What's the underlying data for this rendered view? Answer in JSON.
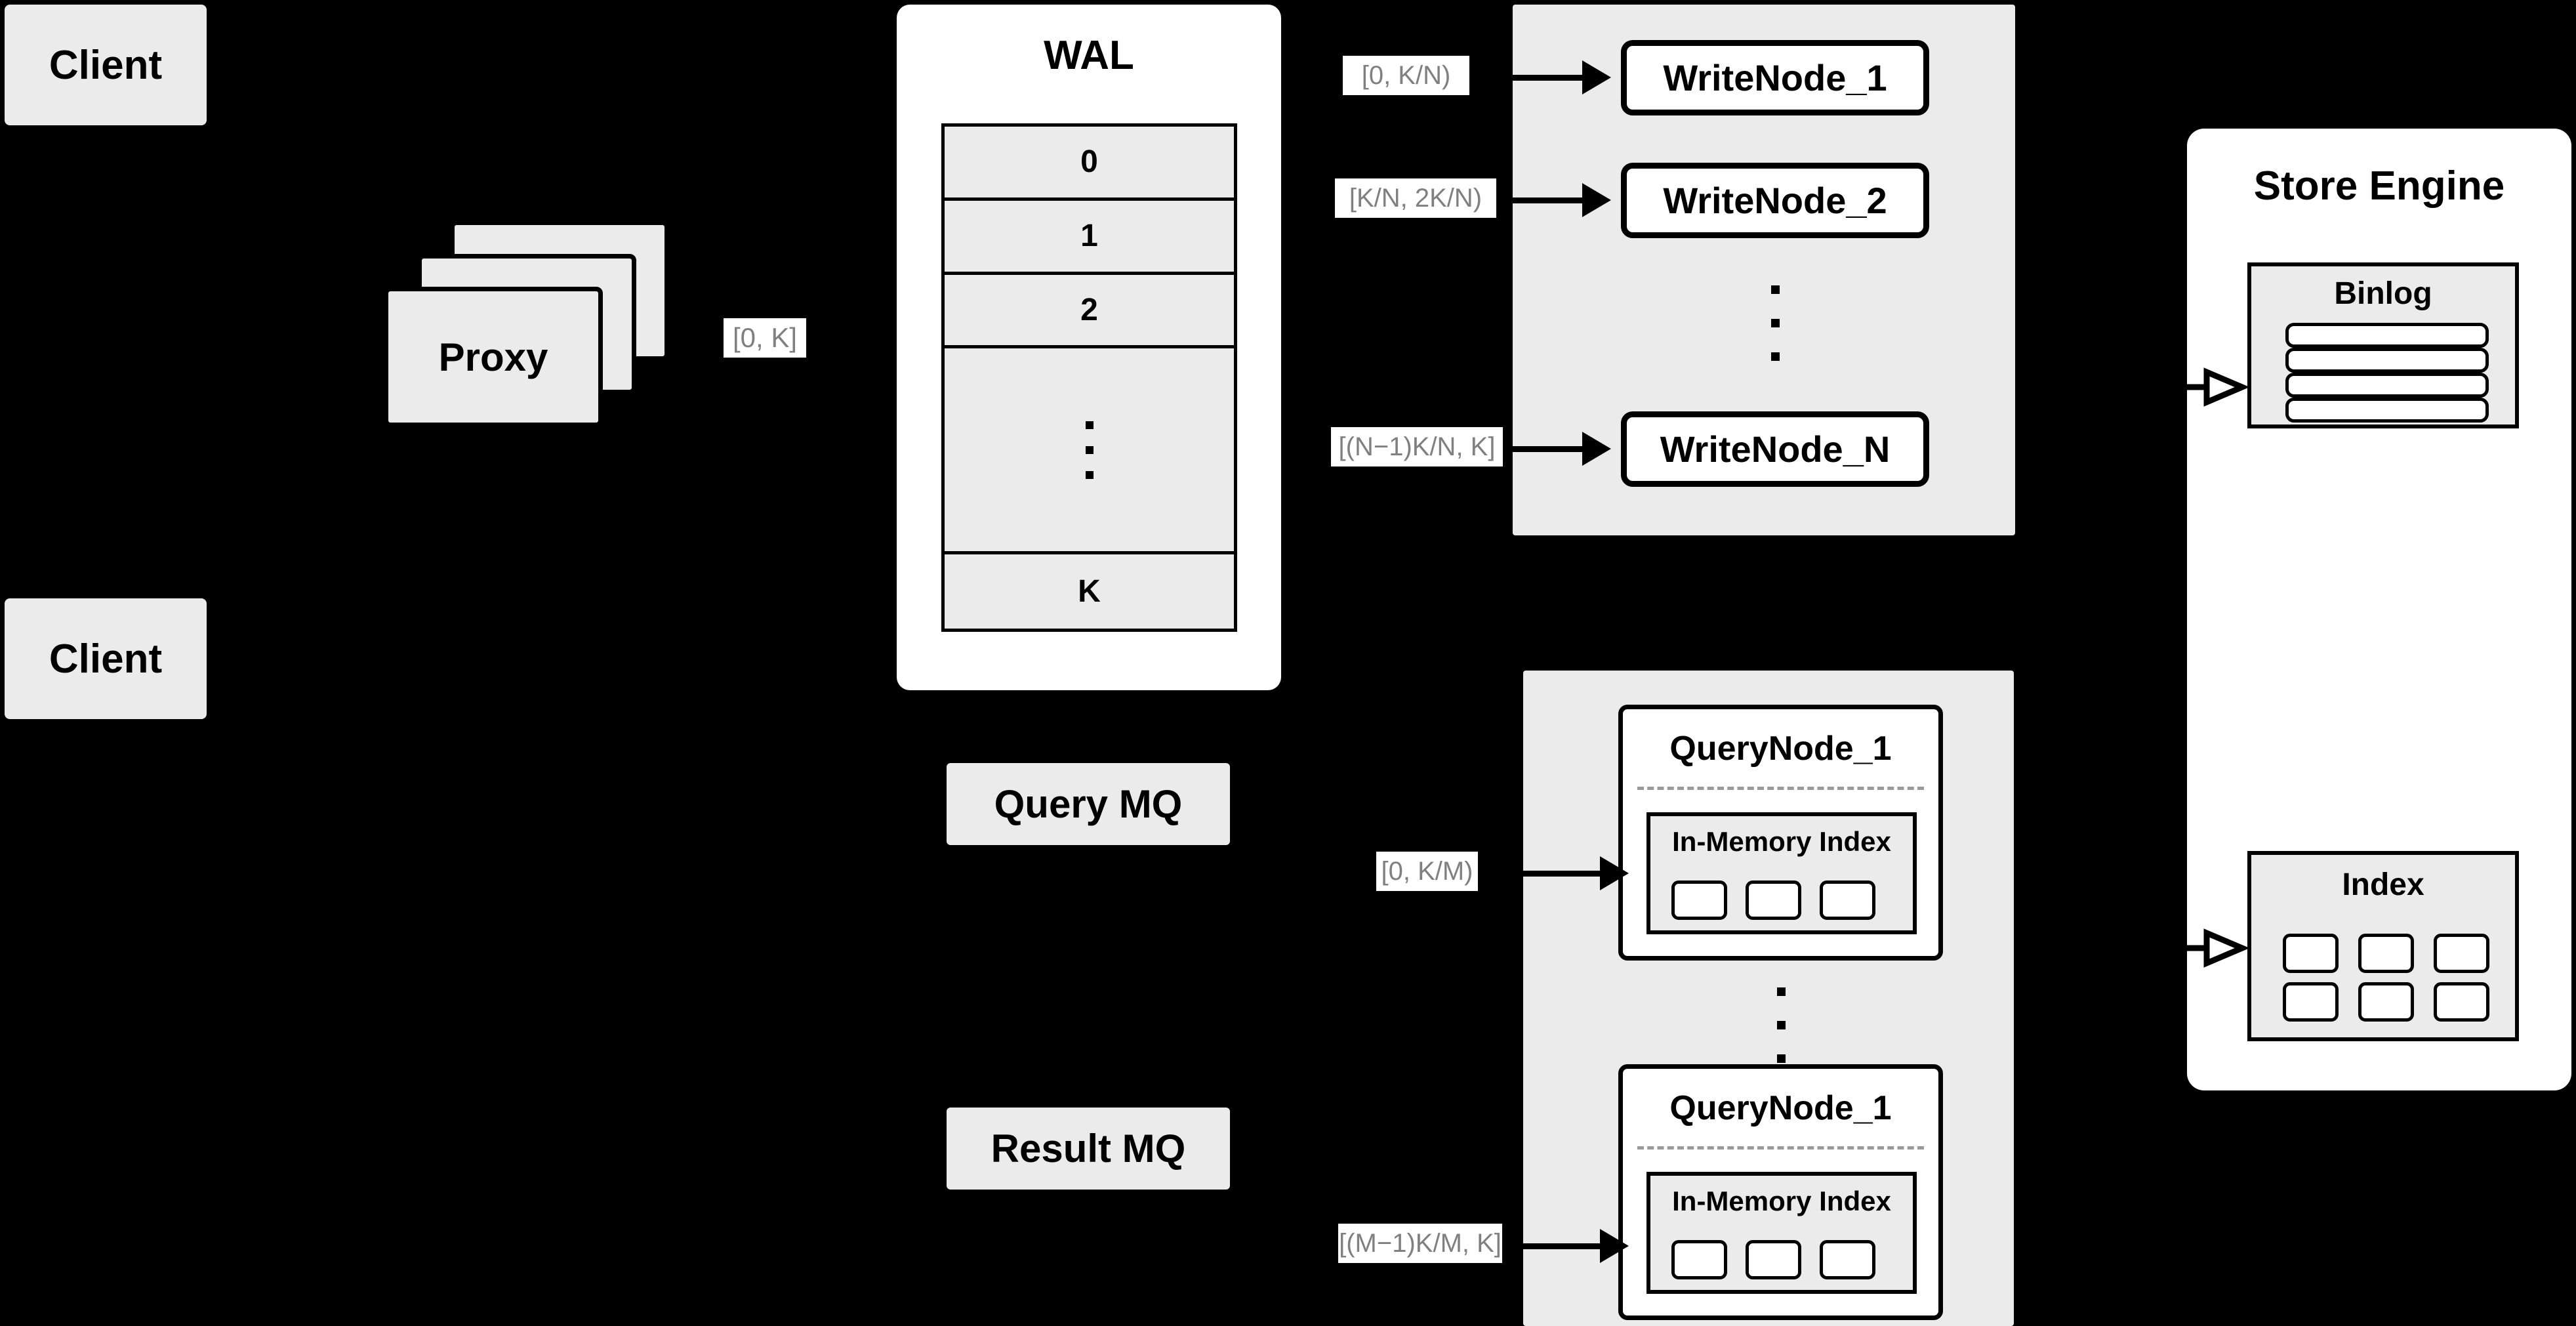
{
  "diagram": {
    "title": "Distributed vector database write/query architecture",
    "background_color": "#000000",
    "node_fill": "#ebebeb",
    "panel_fill": "#ffffff",
    "stroke_color": "#000000",
    "label_text_color": "#808080"
  },
  "clients": [
    {
      "label": "Client"
    },
    {
      "label": "Client"
    }
  ],
  "proxy": {
    "label": "Proxy",
    "stack_count": 3
  },
  "wal": {
    "title": "WAL",
    "entries": [
      "0",
      "1",
      "2",
      "⋮",
      "K"
    ],
    "ellipsis_index": 3
  },
  "queues": [
    {
      "label": "Query MQ"
    },
    {
      "label": "Result MQ"
    }
  ],
  "write_nodes": {
    "nodes": [
      {
        "label": "WriteNode_1"
      },
      {
        "label": "WriteNode_2"
      },
      {
        "label": "WriteNode_N"
      }
    ],
    "range_labels": [
      "[0,  K/N)",
      "[K/N, 2K/N)",
      "[(N−1)K/N,  K]"
    ]
  },
  "query_nodes": {
    "nodes": [
      {
        "label": "QueryNode_1",
        "in_memory_index": {
          "label": "In-Memory Index",
          "chip_count": 3
        }
      },
      {
        "label": "QueryNode_1",
        "in_memory_index": {
          "label": "In-Memory Index",
          "chip_count": 3
        }
      }
    ],
    "range_labels": [
      "[0, K/M)",
      "[(M−1)K/M, K]"
    ]
  },
  "store_engine": {
    "title": "Store Engine",
    "binlog": {
      "title": "Binlog",
      "row_count": 4
    },
    "index": {
      "title": "Index",
      "chip_count": 6,
      "chip_rows": 2,
      "chip_cols": 3
    }
  },
  "proxy_range_label": "[0, K]"
}
